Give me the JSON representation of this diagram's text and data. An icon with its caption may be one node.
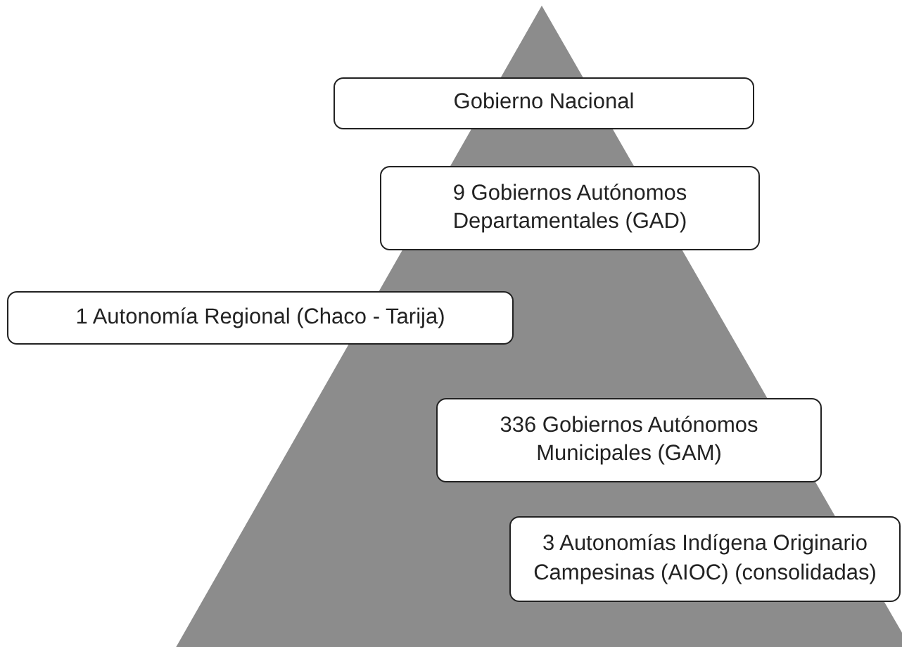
{
  "diagram": {
    "nodes": [
      {
        "text": [
          "Gobierno Nacional"
        ]
      },
      {
        "text": [
          "9 Gobiernos Autónomos Departamentales (GAD)"
        ]
      },
      {
        "text": [
          "1 Autonomía Regional (Chaco - Tarija)"
        ]
      },
      {
        "text": [
          "336 Gobiernos Autónomos Municipales (GAM)"
        ]
      },
      {
        "text": [
          "3 Autonomías Indígena Originario Campesinas (AIOC) (consolidadas)"
        ]
      }
    ]
  }
}
